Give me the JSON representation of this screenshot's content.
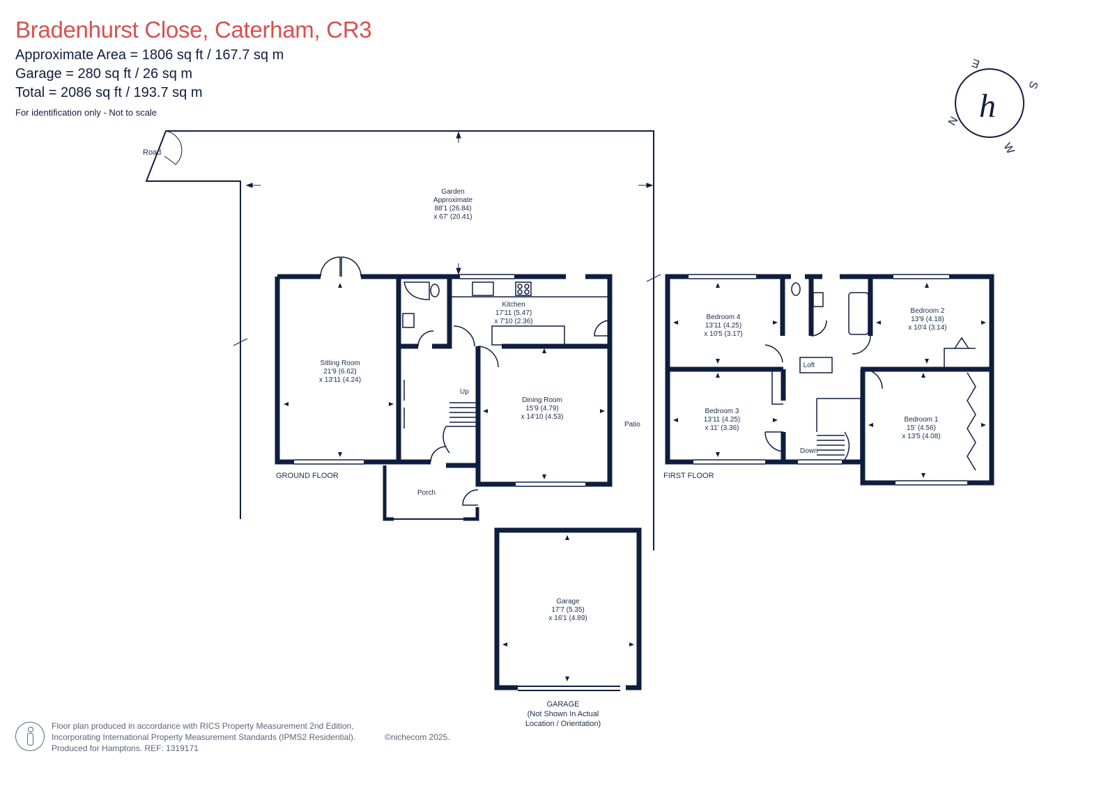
{
  "header": {
    "title": "Bradenhurst Close, Caterham, CR3",
    "area_main": "Approximate Area = 1806 sq ft / 167.7 sq m",
    "area_garage": "Garage = 280 sq ft / 26 sq m",
    "area_total": "Total = 2086 sq ft / 193.7 sq m",
    "disclaimer": "For identification only - Not to scale"
  },
  "compass": {
    "letters": {
      "north": "N",
      "east": "E",
      "south": "S",
      "west": "W"
    },
    "logo_letter": "h"
  },
  "colors": {
    "title": "#d9504f",
    "walls": "#0f1d3f",
    "text": "#1b2a4a",
    "compass": "#d9504f"
  },
  "outdoor": {
    "road": "Road",
    "garden": [
      "Garden",
      "Approximate",
      "88'1 (26.84)",
      "x 67' (20.41)"
    ],
    "patio": "Patio"
  },
  "ground_floor": {
    "label": "GROUND FLOOR",
    "sitting_room": [
      "Sitting Room",
      "21'9 (6.62)",
      "x 13'11 (4.24)"
    ],
    "kitchen": [
      "Kitchen",
      "17'11 (5.47)",
      "x 7'10 (2.36)"
    ],
    "dining_room": [
      "Dining Room",
      "15'9 (4.79)",
      "x 14'10 (4.53)"
    ],
    "porch": "Porch",
    "stairs": "Up"
  },
  "first_floor": {
    "label": "FIRST FLOOR",
    "bedroom4": [
      "Bedroom 4",
      "13'11 (4.25)",
      "x 10'5 (3.17)"
    ],
    "bedroom2": [
      "Bedroom 2",
      "13'9 (4.18)",
      "x 10'4 (3.14)"
    ],
    "bedroom3": [
      "Bedroom 3",
      "13'11 (4.25)",
      "x 11' (3.36)"
    ],
    "bedroom1": [
      "Bedroom 1",
      "15' (4.56)",
      "x 13'5 (4.08)"
    ],
    "loft": "Loft",
    "stairs": "Down"
  },
  "garage": {
    "room": [
      "Garage",
      "17'7 (5.35)",
      "x 16'1 (4.89)"
    ],
    "label": [
      "GARAGE",
      "(Not Shown In Actual",
      "Location / Orientation)"
    ]
  },
  "footer": {
    "line1": "Floor plan produced in accordance with RICS Property Measurement 2nd Edition,",
    "line2": "Incorporating International Property Measurement Standards (IPMS2 Residential).",
    "line3": "Produced for Hamptons.   REF:  1319171",
    "copyright": "©nichecom 2025."
  }
}
